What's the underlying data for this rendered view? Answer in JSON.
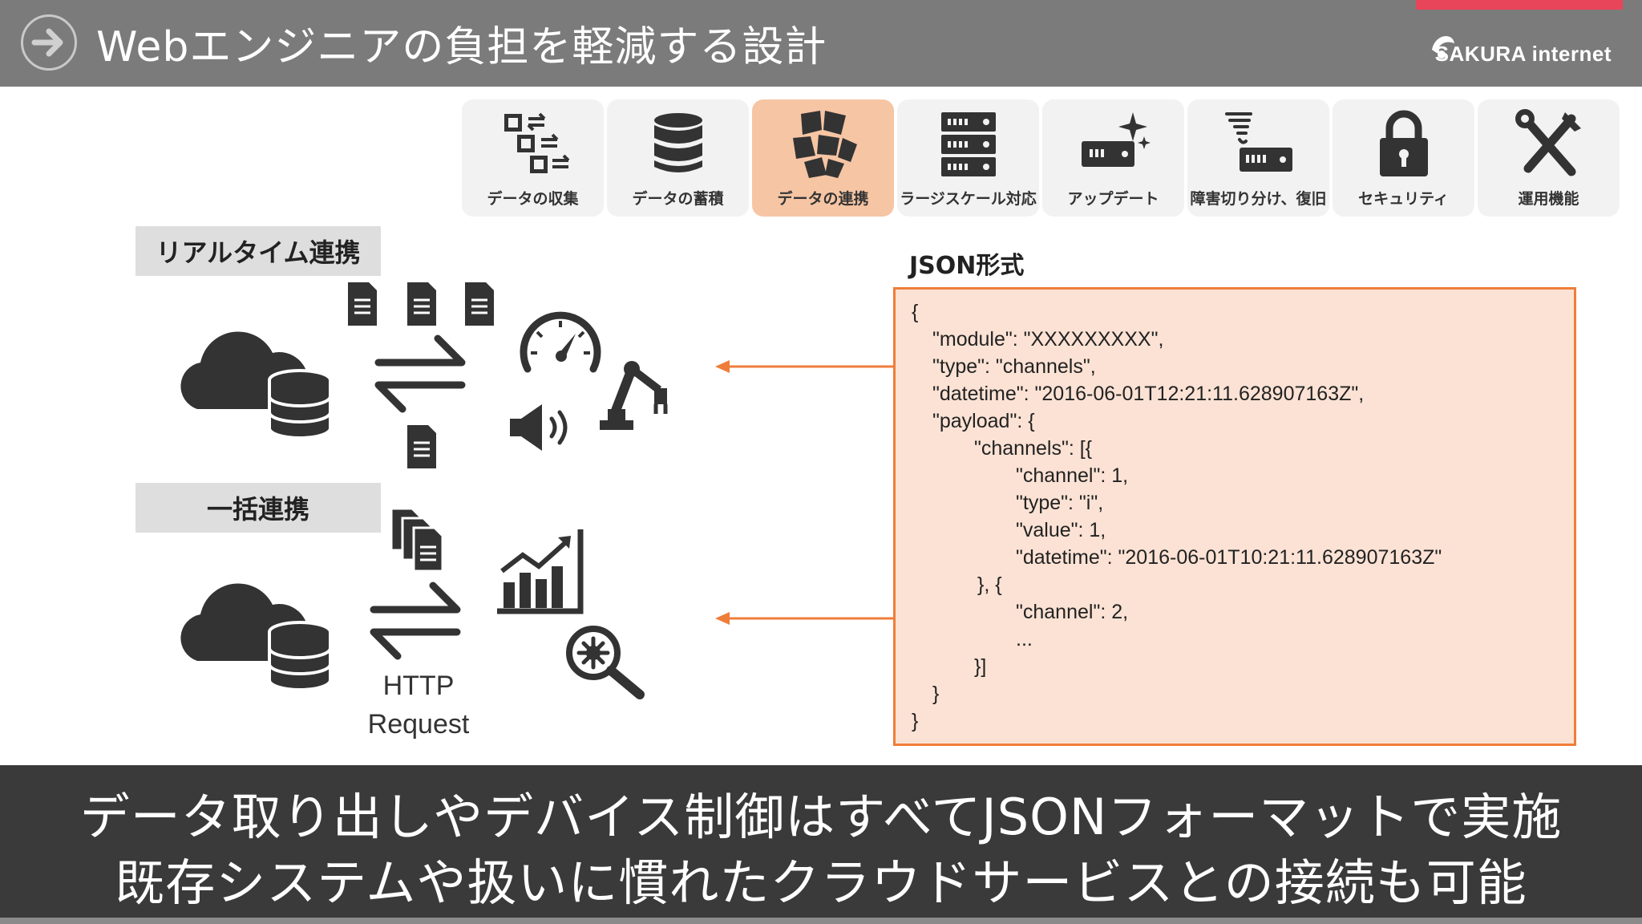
{
  "header": {
    "title": "Webエンジニアの負担を軽減する設計",
    "logo_text": "SAKURA internet",
    "accent_color": "#e8455a"
  },
  "tabs": [
    {
      "label": "データの収集",
      "icon": "chip-collect-icon",
      "active": false
    },
    {
      "label": "データの蓄積",
      "icon": "database-icon",
      "active": false
    },
    {
      "label": "データの連携",
      "icon": "puzzle-icon",
      "active": true
    },
    {
      "label": "ラージスケール対応",
      "icon": "server-rack-icon",
      "active": false
    },
    {
      "label": "アップデート",
      "icon": "device-sparkle-icon",
      "active": false
    },
    {
      "label": "障害切り分け、復旧",
      "icon": "device-tornado-icon",
      "active": false
    },
    {
      "label": "セキュリティ",
      "icon": "lock-icon",
      "active": false
    },
    {
      "label": "運用機能",
      "icon": "tools-icon",
      "active": false
    }
  ],
  "sections": {
    "realtime": "リアルタイム連携",
    "batch": "一括連携",
    "http_line1": "HTTP",
    "http_line2": "Request"
  },
  "json_panel": {
    "title": "JSON形式",
    "lines": [
      "{",
      "\"module\": \"XXXXXXXXX\",",
      "\"type\": \"channels\",",
      "\"datetime\": \"2016-06-01T12:21:11.628907163Z\",",
      "\"payload\": {",
      "\"channels\": [{",
      "\"channel\": 1,",
      "\"type\": \"i\",",
      "\"value\": 1,",
      "\"datetime\": \"2016-06-01T10:21:11.628907163Z\"",
      "}, {",
      "\"channel\": 2,",
      "...",
      "}]",
      "}",
      "}"
    ]
  },
  "caption": {
    "line1": "データ取り出しやデバイス制御はすべてJSONフォーマットで実施",
    "line2": "既存システムや扱いに慣れたクラウドサービスとの接続も可能"
  },
  "colors": {
    "arrow": "#ef7d3a",
    "panel_bg": "#fbe2d4",
    "active_tab": "#f6c5a4",
    "caption_bg": "#3a3a3a"
  }
}
